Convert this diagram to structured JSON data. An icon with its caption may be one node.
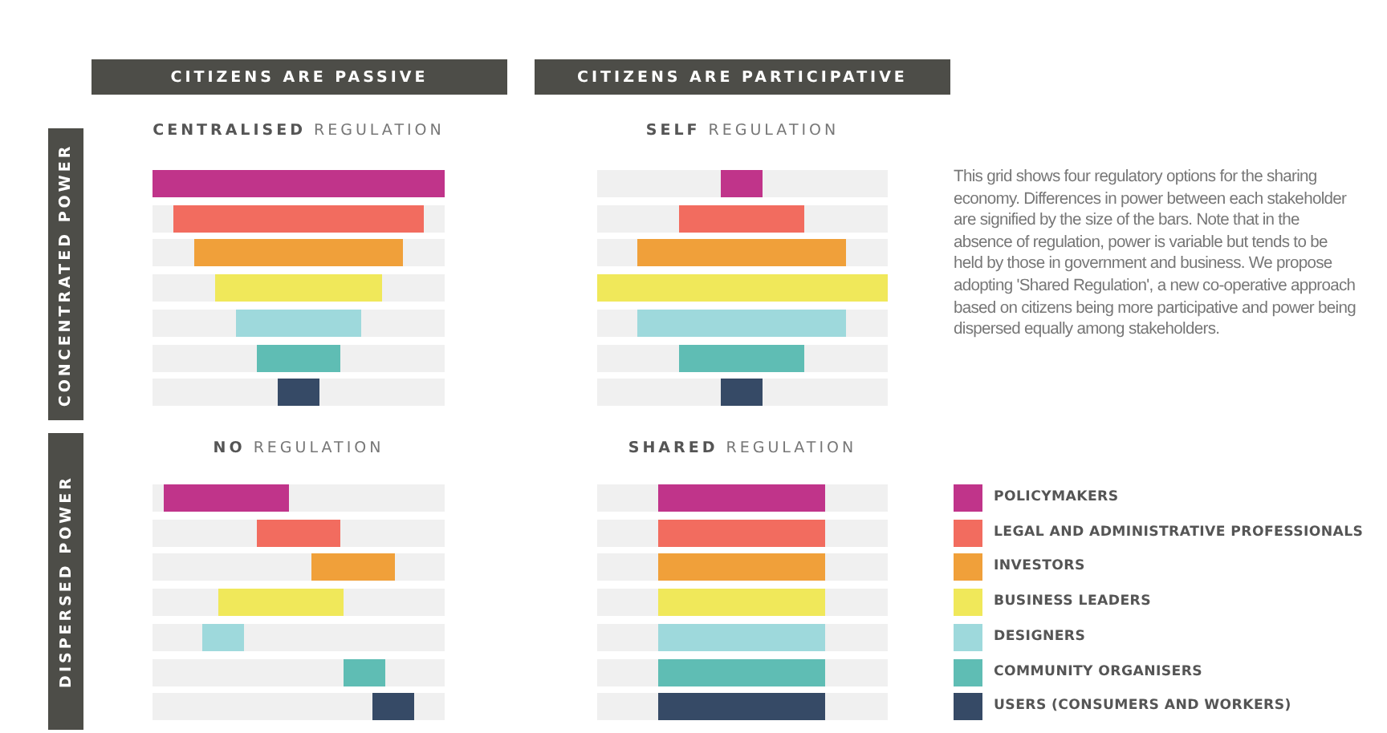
{
  "diagram": {
    "nodes": [
      {
        "text": [
          "CITIZENS ARE PASSIVE"
        ]
      },
      {
        "text": [
          "CITIZENS ARE PARTICIPATIVE"
        ]
      },
      {
        "text": [
          "CONCENTRATED POWER"
        ]
      },
      {
        "text": [
          "DISPERSED POWER"
        ]
      }
    ],
    "edges": [],
    "labels": [
      "**CENTRALISED** REGULATION",
      "**SELF** REGULATION",
      "This grid shows four regulatory options for the sharing economy. Differences in power between each stakeholder are signified by the size of the bars. Note that in the absence of regulation, power is variable but tends to be held by those in government and business. We propose adopting 'Shared Regulation', a new co-operative approach based on citizens being more participative and power being dispersed equally among stakeholders.",
      "**NO** REGULATION",
      "**SHARED** REGULATION"
    ],
    "legend": [
      {
        "text": "POLICYMAKERS",
        "color": "#c0348a"
      },
      {
        "text": "LEGAL AND ADMINISTRATIVE PROFESSIONALS",
        "color": "#f26c5f"
      },
      {
        "text": "INVESTORS",
        "color": "#f0a03a"
      },
      {
        "text": "BUSINESS LEADERS",
        "color": "#f0e85a"
      },
      {
        "text": "DESIGNERS",
        "color": "#9ed9dc"
      },
      {
        "text": "COMMUNITY ORGANISERS",
        "color": "#5fbdb4"
      },
      {
        "text": "USERS (CONSUMERS AND WORKERS)",
        "color": "#364a66"
      }
    ]
  }
}
